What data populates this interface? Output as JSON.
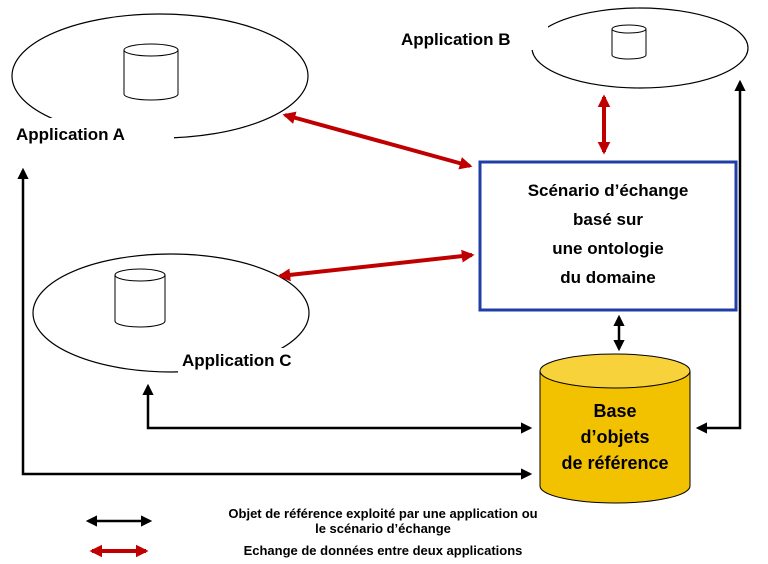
{
  "applications": {
    "a": {
      "label": "Application A"
    },
    "b": {
      "label": "Application B"
    },
    "c": {
      "label": "Application C"
    }
  },
  "scenario": {
    "lines": [
      "Scénario d’échange",
      "basé sur",
      "une ontologie",
      "du domaine"
    ],
    "border_color": "#1f3fa6"
  },
  "database": {
    "lines": [
      "Base",
      "d’objets",
      "de référence"
    ],
    "fill_color": "#f2c200"
  },
  "legend": {
    "reference_line1": "Objet de référence exploité par une application ou",
    "reference_line2": "le scénario d’échange",
    "exchange": "Echange de données entre deux applications"
  },
  "colors": {
    "exchange_arrow": "#c00000",
    "reference_arrow": "#000000"
  }
}
